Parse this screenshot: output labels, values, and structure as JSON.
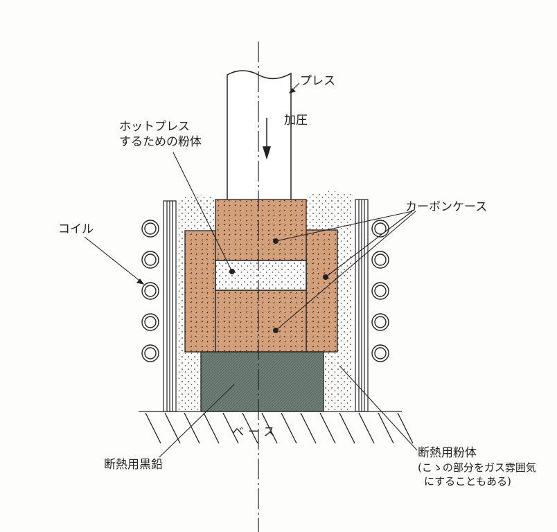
{
  "labels": {
    "press": "プレス",
    "pressure": "加圧",
    "powder_line1": "ホットプレス",
    "powder_line2": "するための粉体",
    "carbon_case": "カーボンケース",
    "coil": "コイル",
    "base": "ベース",
    "graphite": "断熱用黒鉛",
    "insulating_powder": "断熱用粉体",
    "note_line1": "(こゝの部分をガス雰囲気",
    "note_line2": "にすることもある)"
  },
  "colors": {
    "carbon": "#d4a07c",
    "graphite": "#6f8079",
    "line": "#222222"
  }
}
